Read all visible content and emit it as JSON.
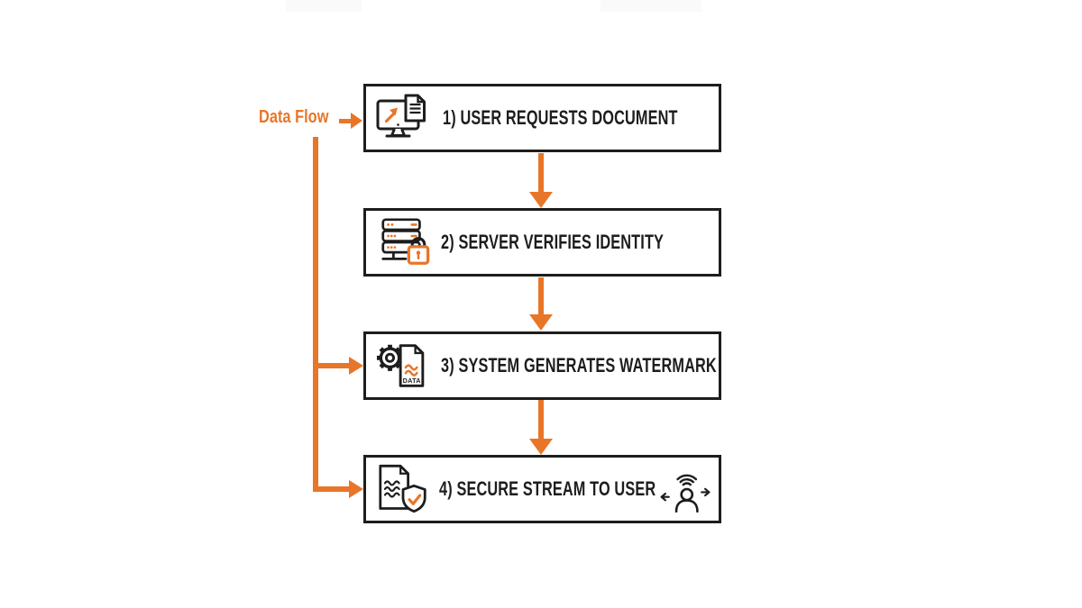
{
  "colors": {
    "background": "#ffffff",
    "accent_orange": "#e87628",
    "ink": "#1d1d1d",
    "box_fill": "#ffffff"
  },
  "legend": {
    "label": "Data Flow"
  },
  "flowchart": {
    "steps": [
      {
        "label": "1) USER REQUESTS DOCUMENT",
        "icon": "monitor-request-document-icon"
      },
      {
        "label": "2) SERVER VERIFIES IDENTITY",
        "icon": "server-lock-icon"
      },
      {
        "label": "3) SYSTEM GENERATES WATERMARK",
        "icon": "gear-data-document-icon",
        "icon_text": "DATA"
      },
      {
        "label": "4) SECURE STREAM TO USER",
        "icon_left": "watermarked-document-shield-icon",
        "icon_right": "streaming-user-icon"
      }
    ],
    "connections": [
      {
        "from": "data-flow-legend",
        "to": "step-1",
        "type": "arrow-right"
      },
      {
        "from": "step-1",
        "to": "step-2",
        "type": "arrow-down"
      },
      {
        "from": "step-2",
        "to": "step-3",
        "type": "arrow-down"
      },
      {
        "from": "step-3",
        "to": "step-4",
        "type": "arrow-down"
      },
      {
        "from": "data-flow-trunk",
        "to": "step-3",
        "type": "arrow-right"
      },
      {
        "from": "data-flow-trunk",
        "to": "step-4",
        "type": "arrow-right"
      }
    ]
  }
}
